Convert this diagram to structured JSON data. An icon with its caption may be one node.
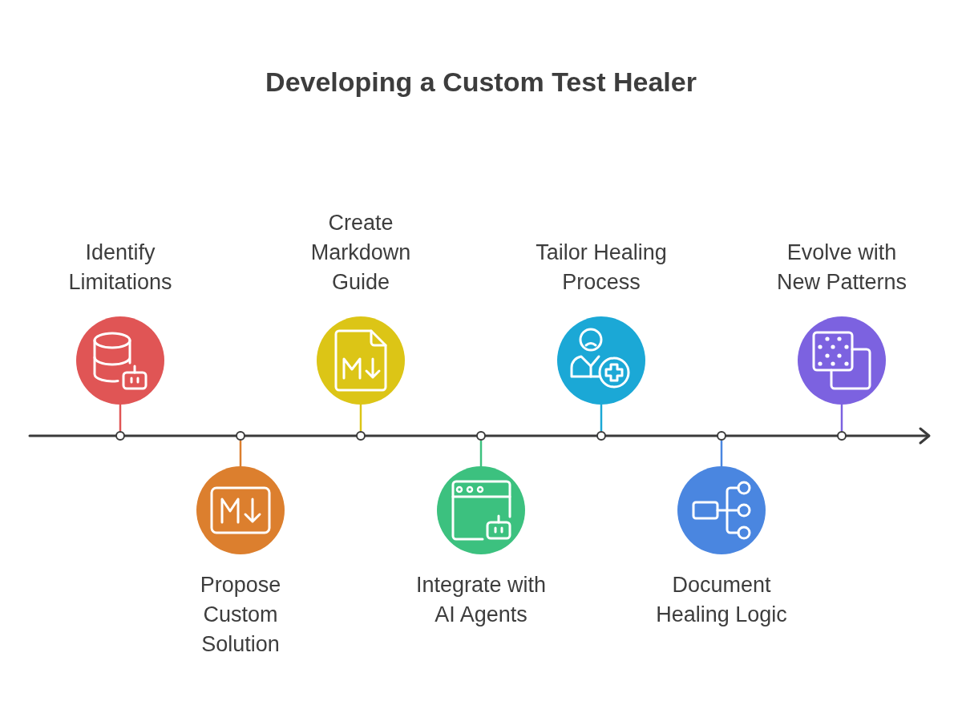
{
  "diagram": {
    "title": "Developing a Custom Test Healer",
    "nodes": [
      {
        "text": [
          "Identify Limitations"
        ]
      },
      {
        "text": [
          "Propose Custom Solution"
        ]
      },
      {
        "text": [
          "Create Markdown Guide"
        ]
      },
      {
        "text": [
          "Integrate with AI Agents"
        ]
      },
      {
        "text": [
          "Tailor Healing Process"
        ]
      },
      {
        "text": [
          "Document Healing Logic"
        ]
      },
      {
        "text": [
          "Evolve with New Patterns"
        ]
      },
      {
        "text": [],
        "shape": "circle"
      },
      {
        "text": [],
        "shape": "circle"
      },
      {
        "text": [],
        "shape": "circle"
      },
      {
        "text": [],
        "shape": "circle"
      },
      {
        "text": [],
        "shape": "circle"
      },
      {
        "text": [],
        "shape": "circle"
      },
      {
        "text": [],
        "shape": "circle"
      }
    ],
    "edges": [
      {
        "from": 0,
        "to": 7,
        "arrow": "none",
        "color": "#e05555"
      },
      {
        "from": 1,
        "to": 8,
        "arrow": "none",
        "color": "#dc7f2e"
      },
      {
        "from": 2,
        "to": 9,
        "arrow": "none",
        "color": "#dcc516"
      },
      {
        "from": 3,
        "to": 10,
        "arrow": "none",
        "color": "#3cc17f"
      },
      {
        "from": 4,
        "to": 11,
        "arrow": "none",
        "color": "#1ba8d6"
      },
      {
        "from": 5,
        "to": 12,
        "arrow": "none",
        "color": "#4a86e0"
      },
      {
        "from": 6,
        "to": 13,
        "arrow": "none",
        "color": "#7c62e0"
      }
    ]
  }
}
